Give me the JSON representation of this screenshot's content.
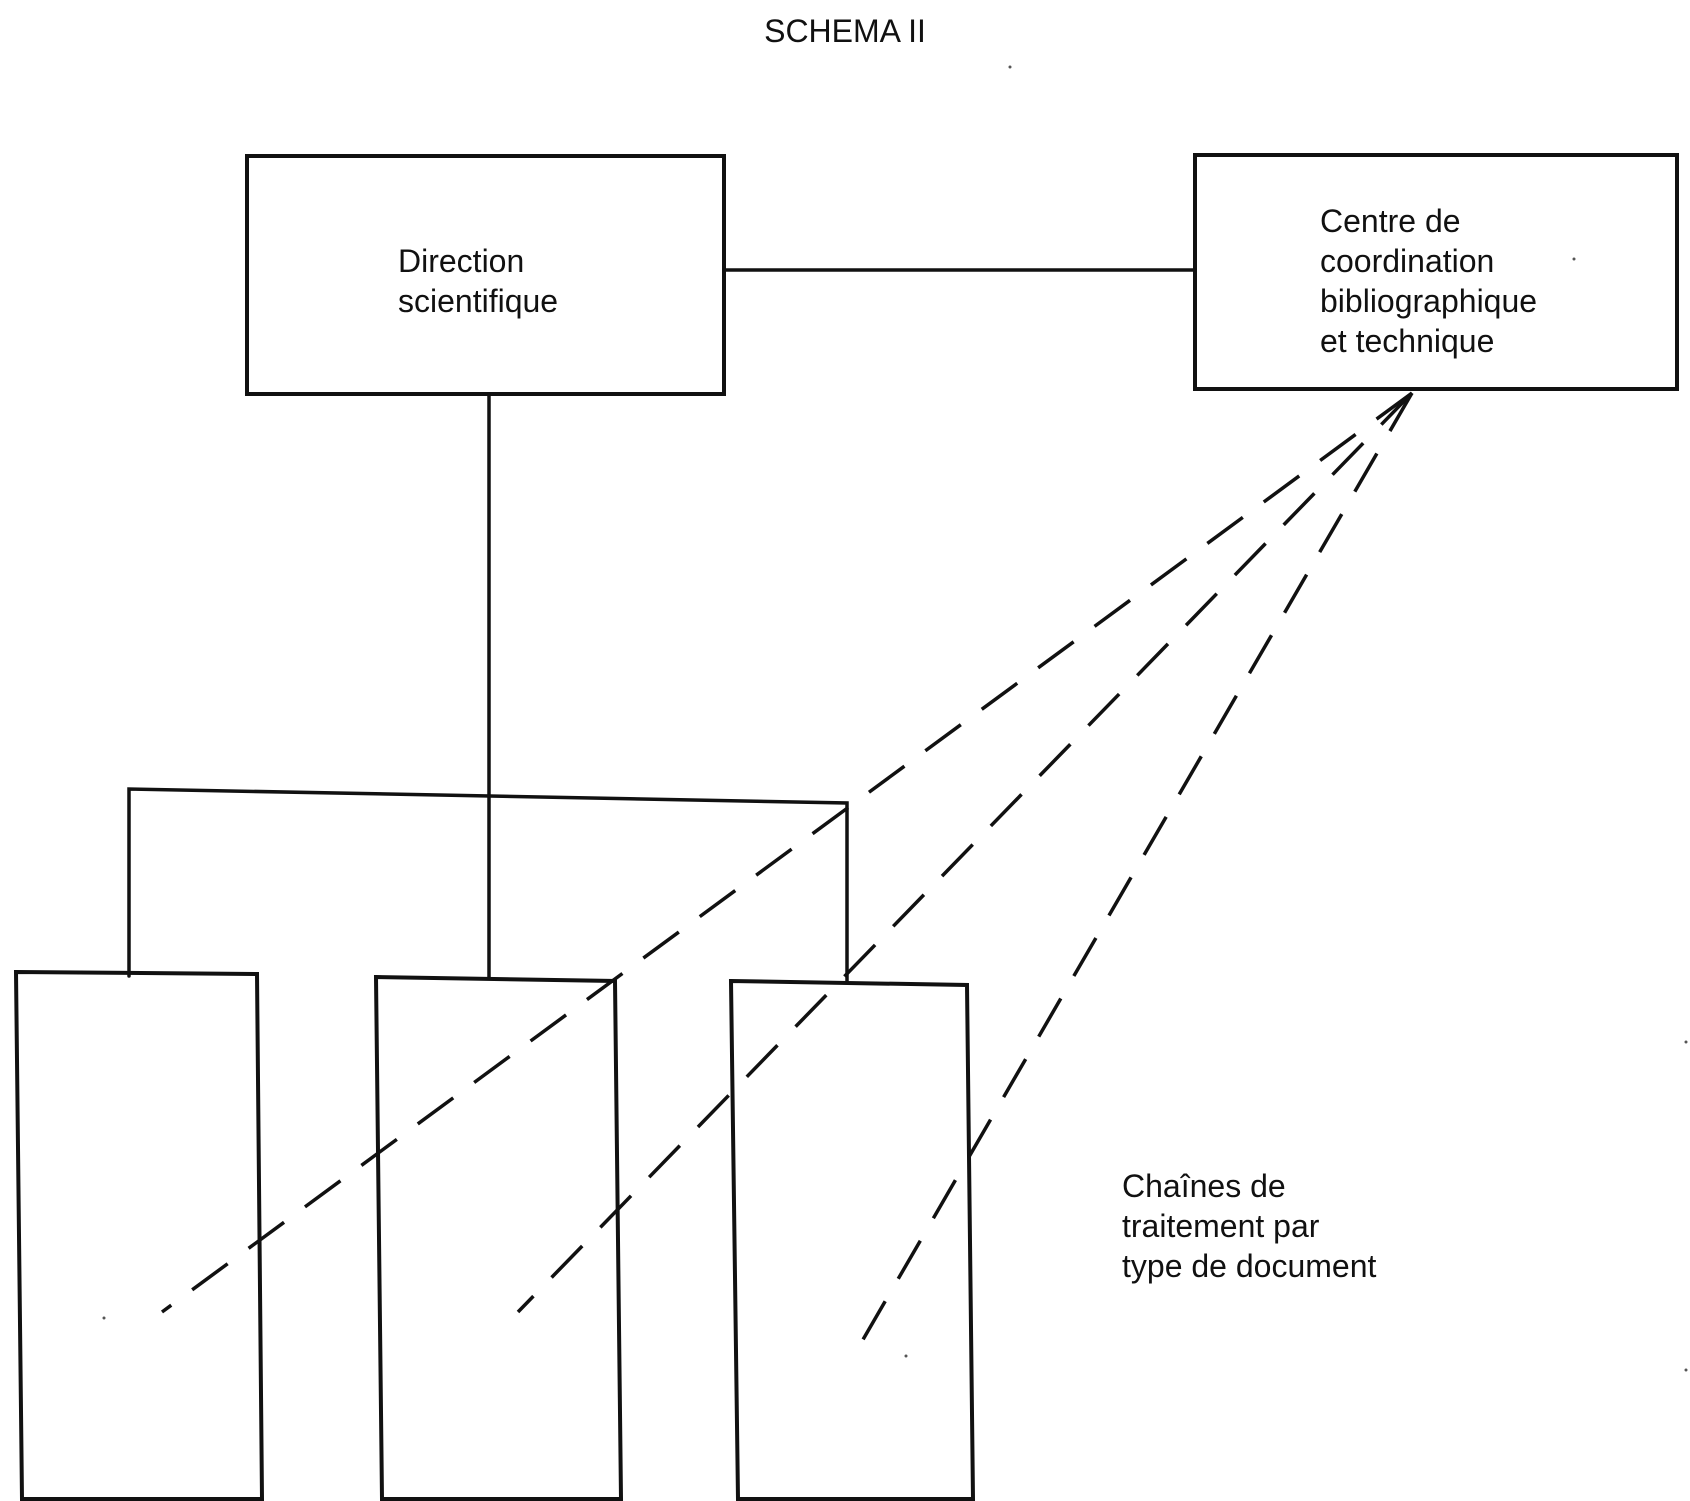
{
  "title": "SCHEMA II",
  "nodes": {
    "direction": {
      "lines": [
        "Direction",
        "scientifique"
      ]
    },
    "centre": {
      "lines": [
        "Centre de",
        "coordination",
        "bibliographique",
        "et technique"
      ]
    },
    "chaines_caption": {
      "lines": [
        "Chaînes de",
        "traitement par",
        "type de document"
      ]
    }
  },
  "colors": {
    "ink": "#111111",
    "background": "#ffffff"
  }
}
